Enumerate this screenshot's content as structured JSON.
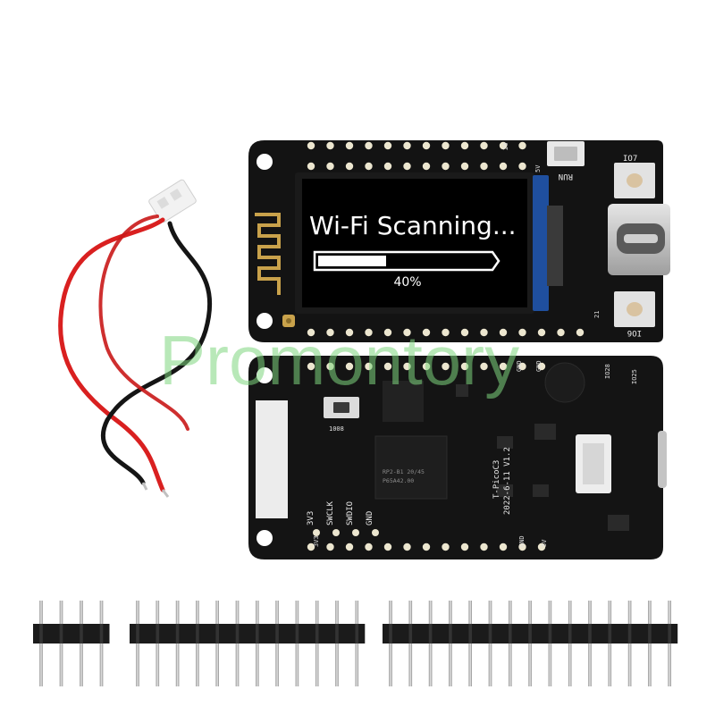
{
  "watermark": "Promontory",
  "display": {
    "title": "Wi-Fi Scanning...",
    "progress_text": "40%",
    "progress_fraction": 0.4
  },
  "top_board": {
    "labels": {
      "run": "RUN",
      "io7": "IO7",
      "io6": "IO6",
      "five_v": "5V",
      "twenty": "20",
      "twenty_one": "21"
    }
  },
  "bottom_board": {
    "model": "T-PicoC3",
    "date_version": "2022-6-11 V1.2",
    "chip_text_1": "RP2-B1  20/45",
    "chip_text_2": "P65A42.00",
    "io28": "IO28",
    "io25": "IO25",
    "pin_labels": [
      "3V3",
      "SWCLK",
      "SWDIO",
      "GND"
    ],
    "edge_labels": [
      "3V3",
      "GND",
      "5V"
    ],
    "top_edge_labels": [
      "GND",
      "GND"
    ]
  },
  "colors": {
    "pcb": "#131313",
    "screen_bezel": "#1f4f9e",
    "lcd": "#000000",
    "antenna": "#c9a24b",
    "pin_plastic": "#1b1b1b",
    "pin_metal": "#bdbdbd",
    "wire_red": "#d92020",
    "wire_black": "#151515",
    "watermark": "#7fd67f"
  },
  "icons": [
    "usb-c-port-icon",
    "button-icon",
    "jst-connector-icon",
    "antenna-icon"
  ]
}
